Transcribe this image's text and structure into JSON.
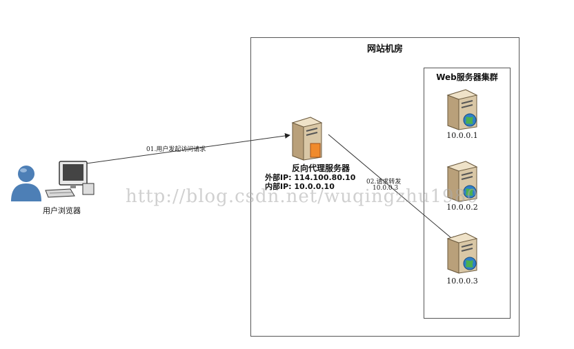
{
  "datacenter": {
    "title": "网站机房"
  },
  "cluster": {
    "title": "Web服务器集群"
  },
  "user": {
    "label": "用户浏览器"
  },
  "proxy": {
    "name": "反向代理服务器",
    "external_ip": "外部IP: 114.100.80.10",
    "internal_ip": "内部IP: 10.0.0.10"
  },
  "edges": {
    "request": "01.用户发起访问请求",
    "forward_label": "02.请求转发",
    "forward_target": "10.0.0.3"
  },
  "servers": [
    {
      "ip": "10.0.0.1"
    },
    {
      "ip": "10.0.0.2"
    },
    {
      "ip": "10.0.0.3"
    }
  ],
  "watermark": "http://blog.csdn.net/wuqingzhu1980"
}
